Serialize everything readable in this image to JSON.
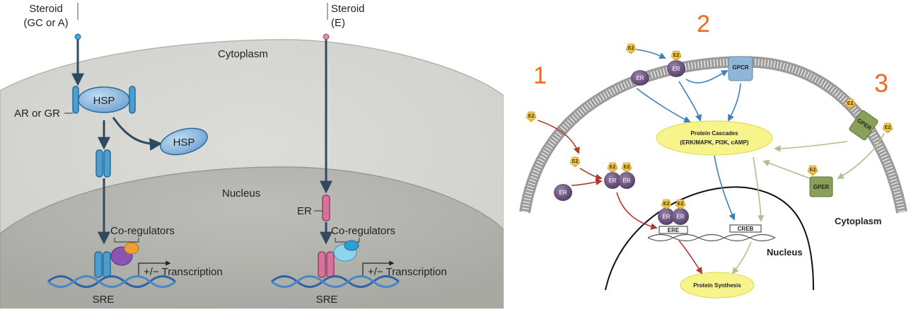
{
  "left_panel": {
    "steroid_a": "Steroid\n(GC or A)",
    "steroid_a_line1": "Steroid",
    "steroid_a_line2": "(GC or A)",
    "steroid_b_line1": "Steroid",
    "steroid_b_line2": "(E)",
    "cytoplasm": "Cytoplasm",
    "nucleus": "Nucleus",
    "receptor_label": "AR or GR",
    "hsp_bound": "HSP",
    "hsp_free": "HSP",
    "er_label": "ER",
    "coreg_a": "Co-regulators",
    "coreg_b": "Co-regulators",
    "transcription_a": "+/− Transcription",
    "transcription_b": "+/− Transcription",
    "sre_a": "SRE",
    "sre_b": "SRE"
  },
  "right_panel": {
    "handwritten_1": "1",
    "handwritten_2": "2",
    "handwritten_3": "3",
    "e2": "E2",
    "er": "ER",
    "gpcr": "GPCR",
    "gper": "GPER",
    "protein_cascades_line1": "Protein Cascades",
    "protein_cascades_line2": "(ERK/MAPK, PI3K, cAMP)",
    "ere": "ERE",
    "creb": "CREB",
    "nucleus": "Nucleus",
    "cytoplasm": "Cytoplasm",
    "protein_synthesis": "Protein Synthesis"
  },
  "colors": {
    "receptor_blue": "#4a9fd0",
    "er_pink": "#d6739a",
    "hsp_fill": "#8cb8e0",
    "er_purple": "#6a4f7f",
    "e2_yellow": "#f2c230",
    "gper_green": "#8aa05a",
    "gpcr_blue": "#8fb6d6",
    "handwriting_orange": "#f06a1a",
    "arrow_red": "#b03a2e",
    "arrow_blue": "#3d7fb8",
    "arrow_green": "#b9cfa0"
  }
}
